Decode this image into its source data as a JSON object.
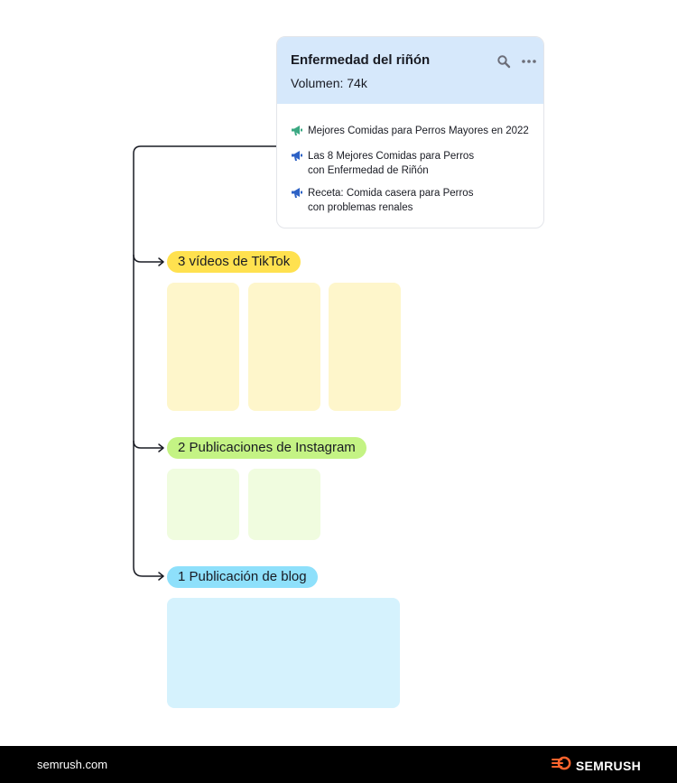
{
  "card": {
    "title": "Enfermedad del riñón",
    "volume": "Volumen: 74k",
    "items": [
      {
        "icon": "megaphone-green-icon",
        "color": "#3aa882",
        "text": "Mejores Comidas para Perros Mayores en 2022"
      },
      {
        "icon": "megaphone-blue-icon",
        "color": "#2c61c5",
        "text": "Las 8 Mejores Comidas para Perros\ncon Enfermedad de Riñón"
      },
      {
        "icon": "megaphone-blue-icon",
        "color": "#2c61c5",
        "text": "Receta: Comida casera para Perros\ncon problemas renales"
      }
    ]
  },
  "branches": {
    "tiktok": {
      "label": "3 vídeos de TikTok",
      "count": 3,
      "color": "#ffe14f"
    },
    "instagram": {
      "label": "2 Publicaciones de Instagram",
      "count": 2,
      "color": "#c4f384"
    },
    "blog": {
      "label": "1 Publicación de blog",
      "count": 1,
      "color": "#8ee0fb"
    }
  },
  "footer": {
    "url": "semrush.com",
    "brand": "SEMRUSH",
    "brand_color": "#ff642d"
  }
}
